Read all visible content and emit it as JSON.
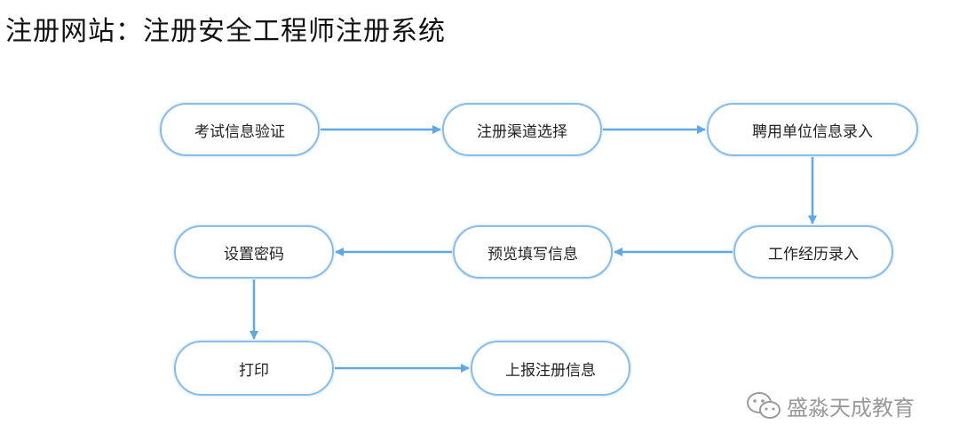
{
  "title": "注册网站：注册安全工程师注册系统",
  "nodes": [
    {
      "id": "n1",
      "label": "考试信息验证"
    },
    {
      "id": "n2",
      "label": "注册渠道选择"
    },
    {
      "id": "n3",
      "label": "聘用单位信息录入"
    },
    {
      "id": "n4",
      "label": "工作经历录入"
    },
    {
      "id": "n5",
      "label": "预览填写信息"
    },
    {
      "id": "n6",
      "label": "设置密码"
    },
    {
      "id": "n7",
      "label": "打印"
    },
    {
      "id": "n8",
      "label": "上报注册信息"
    }
  ],
  "edges": [
    {
      "from": "n1",
      "to": "n2"
    },
    {
      "from": "n2",
      "to": "n3"
    },
    {
      "from": "n3",
      "to": "n4"
    },
    {
      "from": "n4",
      "to": "n5"
    },
    {
      "from": "n5",
      "to": "n6"
    },
    {
      "from": "n6",
      "to": "n7"
    },
    {
      "from": "n7",
      "to": "n8"
    }
  ],
  "colors": {
    "accent": "#5fa8e6",
    "node_border": "#88bde8",
    "text": "#222222"
  },
  "watermark": {
    "icon": "wechat-icon",
    "text": "盛淼天成教育"
  }
}
